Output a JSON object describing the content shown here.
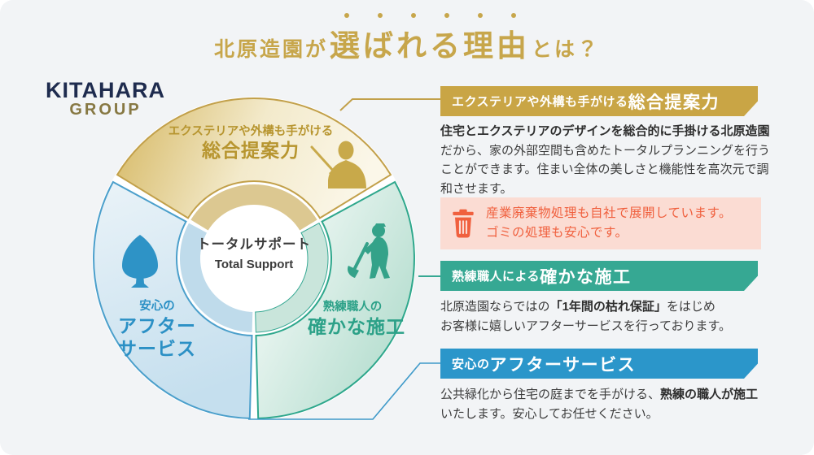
{
  "title": {
    "prefix": "北原造園が",
    "emphasis": "選ばれる理由",
    "suffix": "とは？",
    "accent_color": "#C7A64B"
  },
  "logo": {
    "line1": "KITAHARA",
    "line2": "GROUP"
  },
  "wheel": {
    "center": {
      "line1": "トータルサポート",
      "line2": "Total Support"
    },
    "sectors": {
      "proposal": {
        "small": "エクステリアや外構も手がける",
        "big": "総合提案力",
        "color": "#C9A545",
        "icon": "presenter-icon"
      },
      "construction": {
        "small": "熟練職人の",
        "big": "確かな施工",
        "color": "#36A893",
        "icon": "worker-shovel-icon"
      },
      "aftercare": {
        "small": "安心の",
        "big_line1": "アフター",
        "big_line2": "サービス",
        "color": "#2B96CA",
        "icon": "tree-icon"
      }
    }
  },
  "panels": {
    "proposal": {
      "header_small": "エクステリアや外構も手がける",
      "header_big": "総合提案力",
      "accent": "#C9A545",
      "body": [
        {
          "text": "住宅とエクステリアのデザインを総合的に手掛ける北原造園",
          "bold": true
        },
        {
          "text": "だから、家の外部空間も含めたトータルプランニングを行うことができます。住まい全体の美しさと機能性を高次元で調和させます。",
          "bold": false
        }
      ],
      "callout": {
        "icon": "trash-icon",
        "text": "産業廃棄物処理も自社で展開しています。\nゴミの処理も安心です。",
        "bg": "#FBDCD3",
        "color": "#F0603E"
      }
    },
    "construction": {
      "header_small": "熟練職人による",
      "header_big": "確かな施工",
      "accent": "#36A893",
      "body": [
        {
          "text": "北原造園ならではの",
          "bold": false
        },
        {
          "text": "「1年間の枯れ保証」",
          "bold": true
        },
        {
          "text": "をはじめ\nお客様に嬉しいアフターサービスを行っております。",
          "bold": false
        }
      ]
    },
    "aftercare": {
      "header_small": "安心の",
      "header_big": "アフターサービス",
      "accent": "#2B96CA",
      "body": [
        {
          "text": "公共緑化から住宅の庭までを手がける、",
          "bold": false
        },
        {
          "text": "熟練の職人が施工",
          "bold": true
        },
        {
          "text": "\nいたします。安心してお任せください。",
          "bold": false
        }
      ]
    }
  }
}
